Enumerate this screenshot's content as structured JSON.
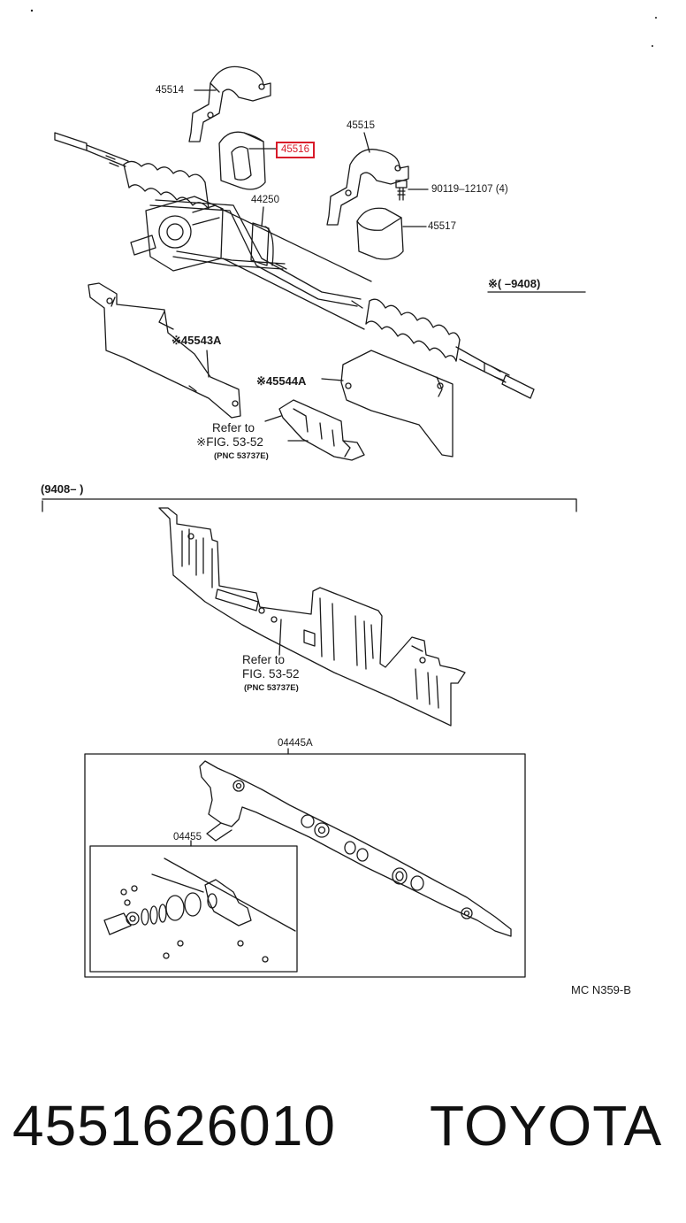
{
  "labels": {
    "l45514": "45514",
    "l45516": "45516",
    "l45515": "45515",
    "l90119": "90119–12107 (4)",
    "l44250": "44250",
    "l45517": "45517",
    "l9408end": "※(        –9408)",
    "l45543a": "※45543A",
    "l45544a": "※45544A",
    "ref1_line1": "Refer  to",
    "ref1_line2": "※FIG. 53-52",
    "ref1_line3": "(PNC  53737E)",
    "l9408start": "(9408–         )",
    "ref2_line1": "Refer  to",
    "ref2_line2": "FIG. 53-52",
    "ref2_line3": "(PNC  53737E)",
    "l04445a": "04445A",
    "l04455": "04455",
    "code": "MC  N359-B"
  },
  "footer": {
    "part_number": "4551626010",
    "brand": "TOYOTA"
  },
  "colors": {
    "highlight": "#d81b2a",
    "ink": "#1a1a1a"
  }
}
